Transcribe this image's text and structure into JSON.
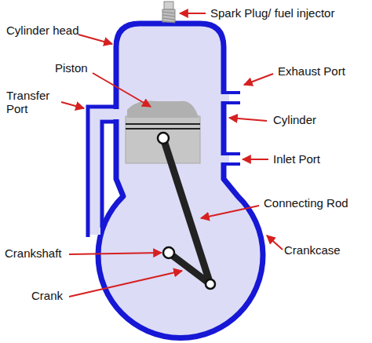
{
  "diagram": {
    "labels": [
      "Spark Plug/ fuel injector",
      "Cylinder head",
      "Piston",
      "Exhaust Port",
      "Transfer Port",
      "Cylinder",
      "Inlet Port",
      "Connecting Rod",
      "Crankshaft",
      "Crankcase",
      "Crank"
    ]
  }
}
